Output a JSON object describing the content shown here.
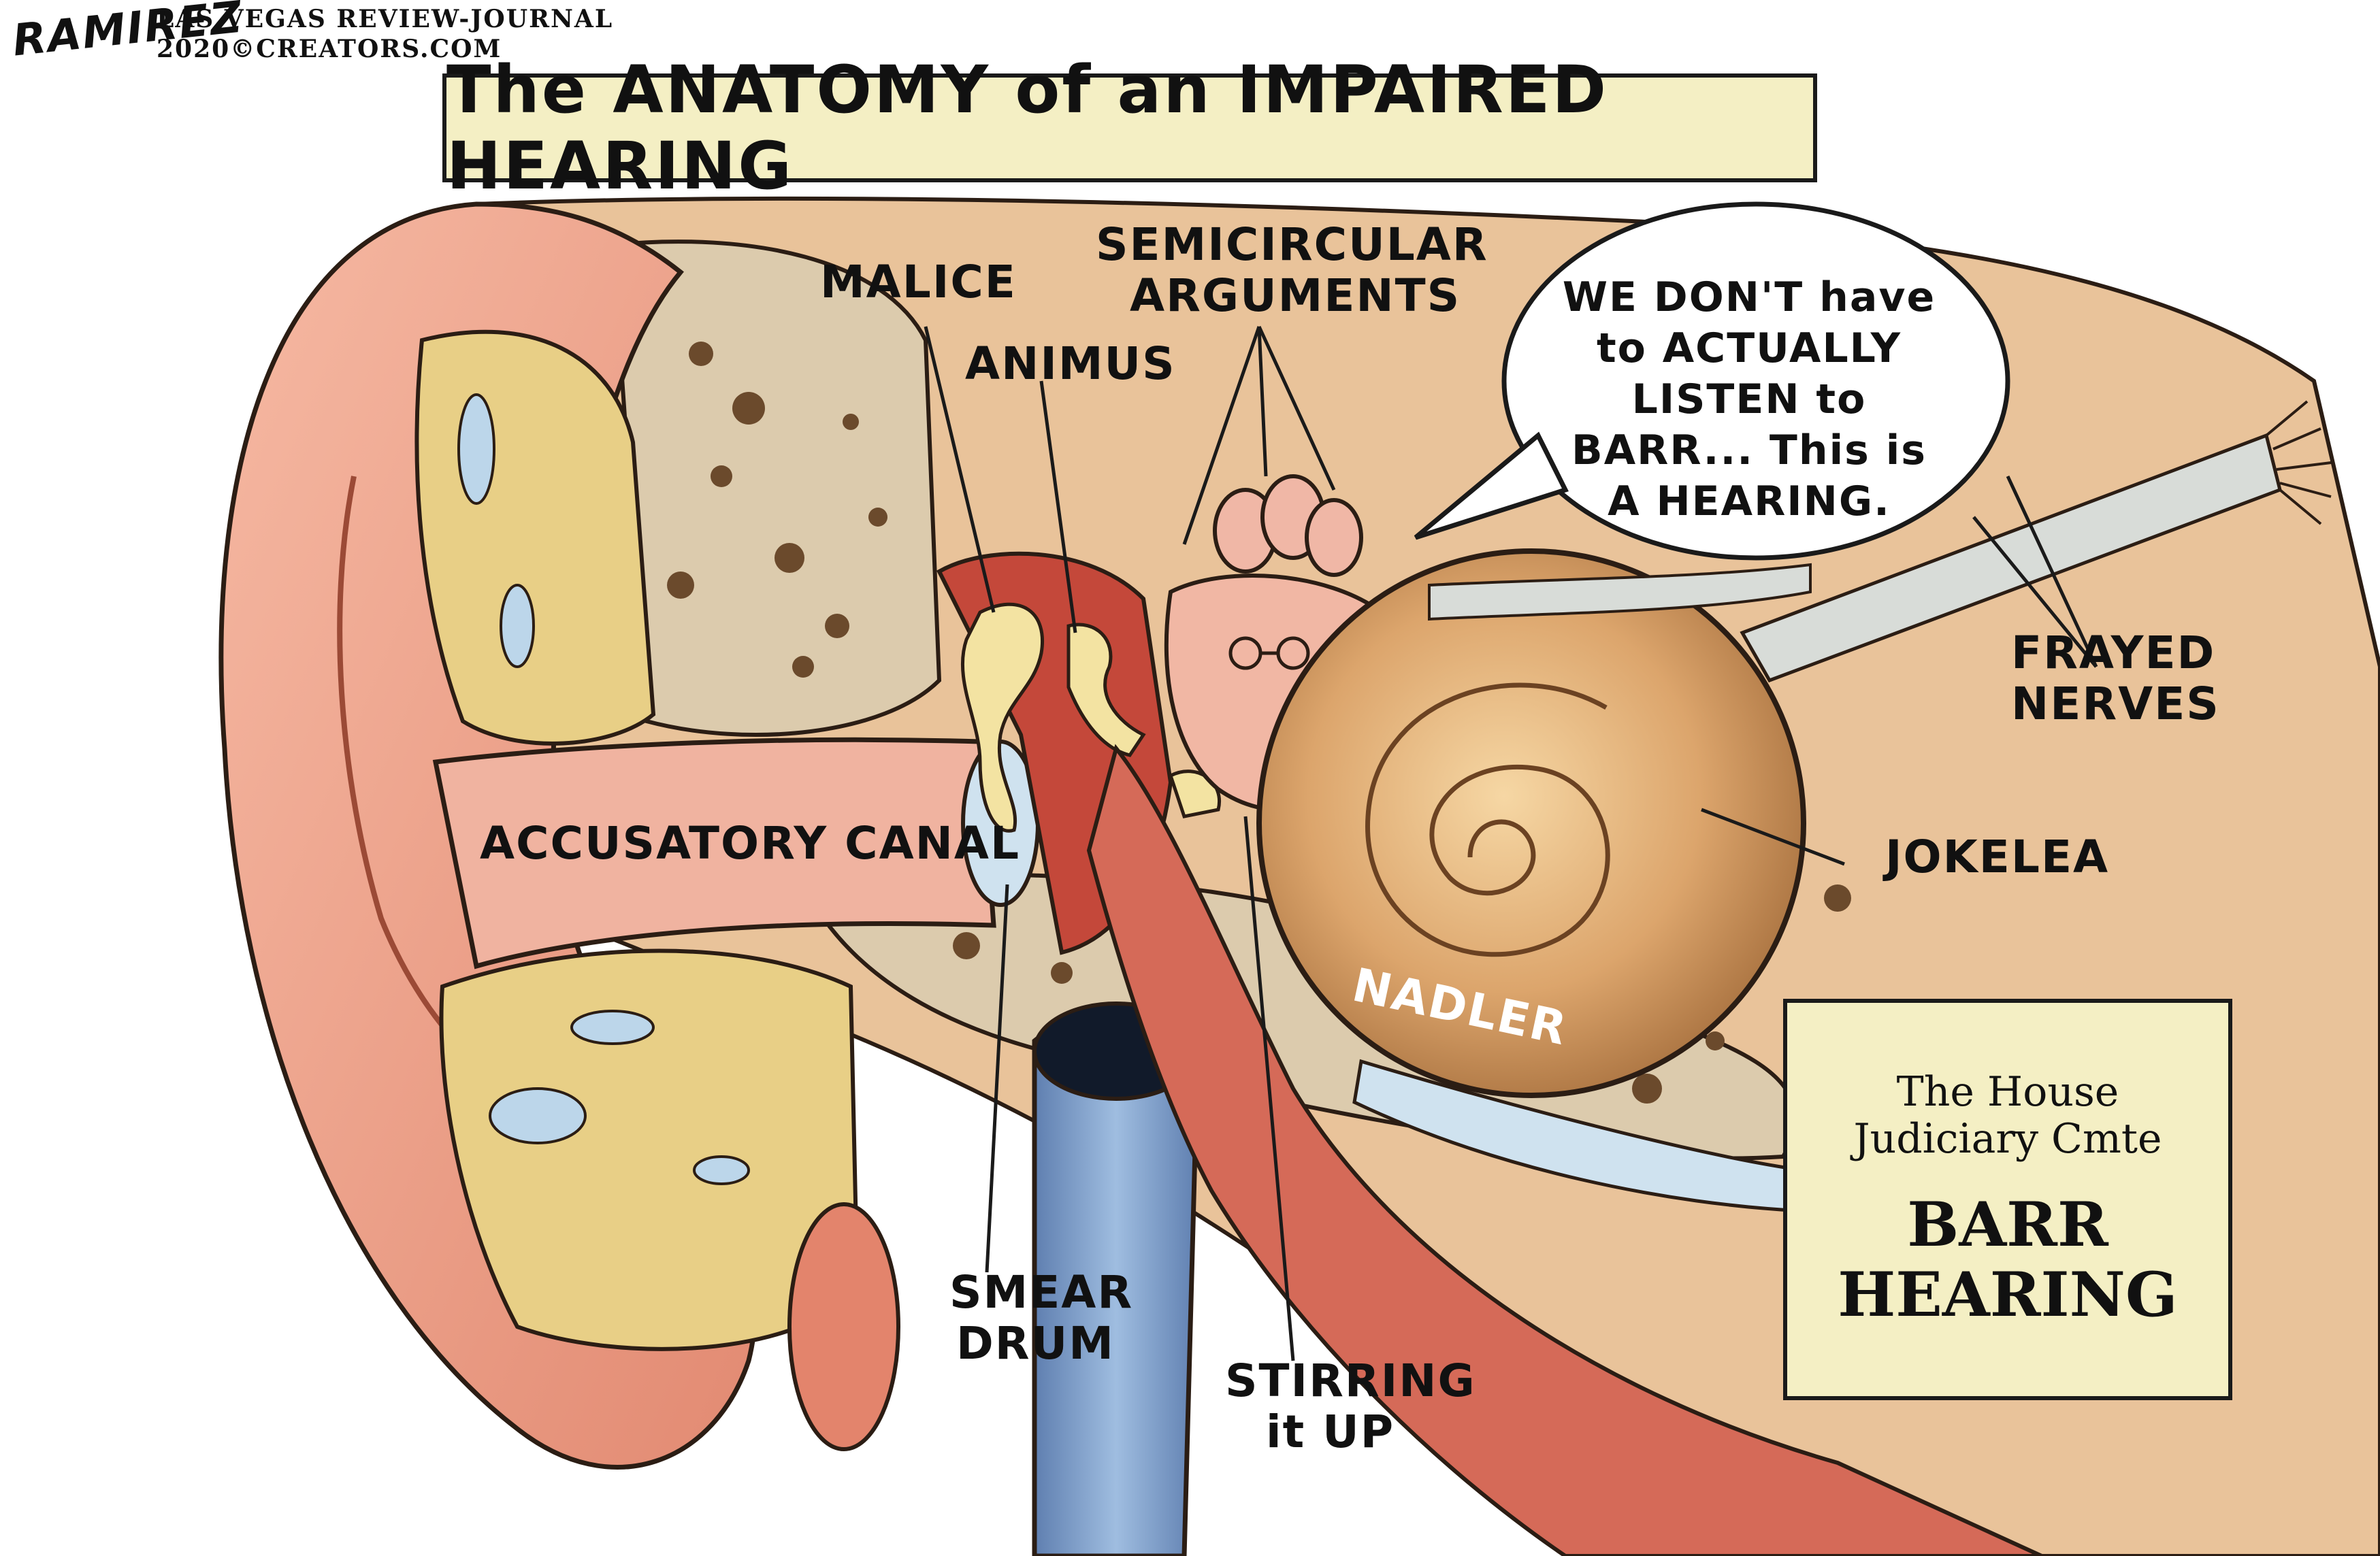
{
  "signature": {
    "artist": "RAMIREZ",
    "publication": "LAS VEGAS REVIEW-JOURNAL",
    "copyright": "2020©CREATORS.COM"
  },
  "title": "The ANATOMY of an IMPAIRED HEARING",
  "labels": {
    "malice": "MALICE",
    "semicircular_line1": "SEMICIRCULAR",
    "semicircular_line2": "ARGUMENTS",
    "animus": "ANIMUS",
    "accusatory_canal": "ACCUSATORY CANAL",
    "frayed_line1": "FRAYED",
    "frayed_line2": "NERVES",
    "jokelea": "JOKELEA",
    "nadler": "NADLER",
    "smear_line1": "SMEAR",
    "smear_line2": "DRUM",
    "stirring_line1": "STIRRING",
    "stirring_line2": "it UP"
  },
  "speech_bubble": "WE DON'T have to ACTUALLY LISTEN to BARR... This is A HEARING.",
  "caption": {
    "line1": "The House",
    "line2": "Judiciary Cmte",
    "line3": "BARR",
    "line4": "HEARING"
  },
  "colors": {
    "skin": "#f2a68e",
    "skin_dark": "#d9755c",
    "cartilage": "#e8cf86",
    "bone": "#d8c6a5",
    "canal": "#f0b3a0",
    "cochlea": "#d9a36a",
    "tube": "#7e9ec9",
    "banner": "#f4efc4"
  }
}
